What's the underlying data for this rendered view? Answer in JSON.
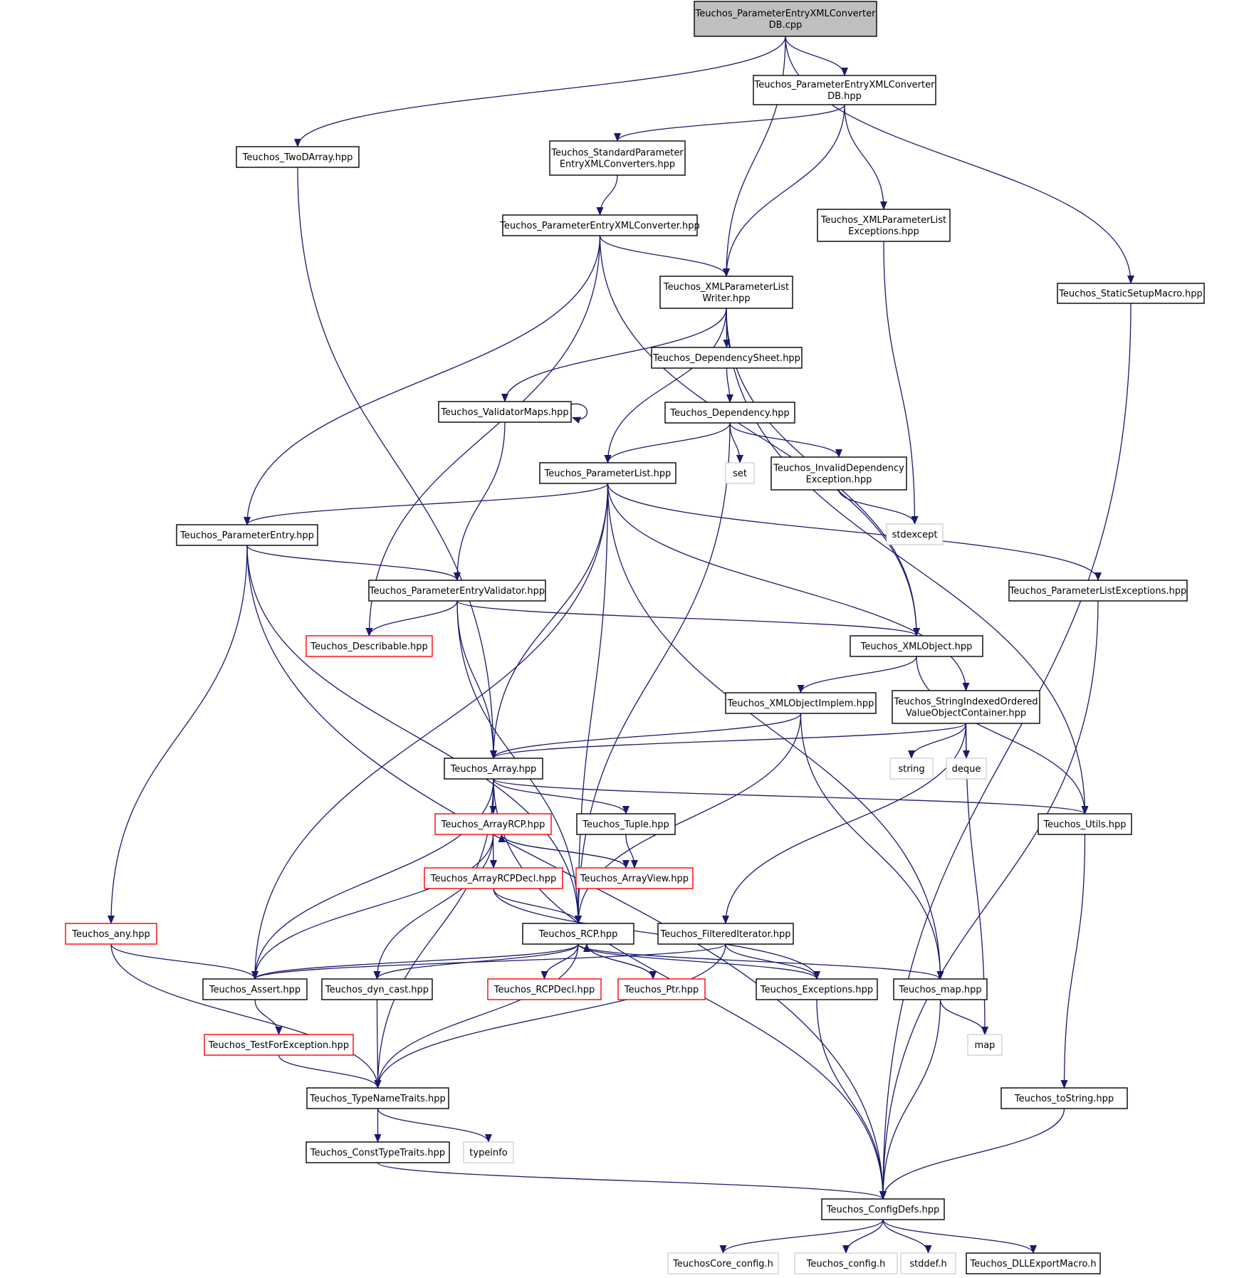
{
  "colors": {
    "edge": "#191970",
    "root_fill": "#bfbfbf",
    "normal_border": "#000000",
    "truncated_border": "#ff0000",
    "external_border": "#bfbfbf",
    "background": "#ffffff"
  },
  "nodes": [
    {
      "id": "cpp",
      "lines": [
        "Teuchos_ParameterEntryXMLConverter",
        "DB.cpp"
      ],
      "kind": "root"
    },
    {
      "id": "dbhpp",
      "lines": [
        "Teuchos_ParameterEntryXMLConverter",
        "DB.hpp"
      ],
      "kind": "normal"
    },
    {
      "id": "twod",
      "lines": [
        "Teuchos_TwoDArray.hpp"
      ],
      "kind": "normal"
    },
    {
      "id": "stdconv",
      "lines": [
        "Teuchos_StandardParameter",
        "EntryXMLConverters.hpp"
      ],
      "kind": "normal"
    },
    {
      "id": "xmlplexc",
      "lines": [
        "Teuchos_XMLParameterList",
        "Exceptions.hpp"
      ],
      "kind": "normal"
    },
    {
      "id": "peconv",
      "lines": [
        "Teuchos_ParameterEntryXMLConverter.hpp"
      ],
      "kind": "normal"
    },
    {
      "id": "xmlplw",
      "lines": [
        "Teuchos_XMLParameterList",
        "Writer.hpp"
      ],
      "kind": "normal"
    },
    {
      "id": "static",
      "lines": [
        "Teuchos_StaticSetupMacro.hpp"
      ],
      "kind": "normal"
    },
    {
      "id": "depsheet",
      "lines": [
        "Teuchos_DependencySheet.hpp"
      ],
      "kind": "normal"
    },
    {
      "id": "valmaps",
      "lines": [
        "Teuchos_ValidatorMaps.hpp"
      ],
      "kind": "normal"
    },
    {
      "id": "dep",
      "lines": [
        "Teuchos_Dependency.hpp"
      ],
      "kind": "normal"
    },
    {
      "id": "plist",
      "lines": [
        "Teuchos_ParameterList.hpp"
      ],
      "kind": "normal"
    },
    {
      "id": "set",
      "lines": [
        "set"
      ],
      "kind": "external"
    },
    {
      "id": "invdep",
      "lines": [
        "Teuchos_InvalidDependency",
        "Exception.hpp"
      ],
      "kind": "normal"
    },
    {
      "id": "stdexcept",
      "lines": [
        "stdexcept"
      ],
      "kind": "external"
    },
    {
      "id": "pentry",
      "lines": [
        "Teuchos_ParameterEntry.hpp"
      ],
      "kind": "normal"
    },
    {
      "id": "pev",
      "lines": [
        "Teuchos_ParameterEntryValidator.hpp"
      ],
      "kind": "normal"
    },
    {
      "id": "plexc",
      "lines": [
        "Teuchos_ParameterListExceptions.hpp"
      ],
      "kind": "normal"
    },
    {
      "id": "describ",
      "lines": [
        "Teuchos_Describable.hpp"
      ],
      "kind": "truncated"
    },
    {
      "id": "xmlobj",
      "lines": [
        "Teuchos_XMLObject.hpp"
      ],
      "kind": "normal"
    },
    {
      "id": "xmlimpl",
      "lines": [
        "Teuchos_XMLObjectImplem.hpp"
      ],
      "kind": "normal"
    },
    {
      "id": "sioc",
      "lines": [
        "Teuchos_StringIndexedOrdered",
        "ValueObjectContainer.hpp"
      ],
      "kind": "normal"
    },
    {
      "id": "array",
      "lines": [
        "Teuchos_Array.hpp"
      ],
      "kind": "normal"
    },
    {
      "id": "string",
      "lines": [
        "string"
      ],
      "kind": "external"
    },
    {
      "id": "deque",
      "lines": [
        "deque"
      ],
      "kind": "external"
    },
    {
      "id": "arcp",
      "lines": [
        "Teuchos_ArrayRCP.hpp"
      ],
      "kind": "truncated"
    },
    {
      "id": "tuple",
      "lines": [
        "Teuchos_Tuple.hpp"
      ],
      "kind": "normal"
    },
    {
      "id": "utils",
      "lines": [
        "Teuchos_Utils.hpp"
      ],
      "kind": "normal"
    },
    {
      "id": "arcpdecl",
      "lines": [
        "Teuchos_ArrayRCPDecl.hpp"
      ],
      "kind": "truncated"
    },
    {
      "id": "aview",
      "lines": [
        "Teuchos_ArrayView.hpp"
      ],
      "kind": "truncated"
    },
    {
      "id": "any",
      "lines": [
        "Teuchos_any.hpp"
      ],
      "kind": "truncated"
    },
    {
      "id": "rcp",
      "lines": [
        "Teuchos_RCP.hpp"
      ],
      "kind": "normal"
    },
    {
      "id": "filtit",
      "lines": [
        "Teuchos_FilteredIterator.hpp"
      ],
      "kind": "normal"
    },
    {
      "id": "assert",
      "lines": [
        "Teuchos_Assert.hpp"
      ],
      "kind": "normal"
    },
    {
      "id": "dyncast",
      "lines": [
        "Teuchos_dyn_cast.hpp"
      ],
      "kind": "normal"
    },
    {
      "id": "rcpdecl",
      "lines": [
        "Teuchos_RCPDecl.hpp"
      ],
      "kind": "truncated"
    },
    {
      "id": "ptr",
      "lines": [
        "Teuchos_Ptr.hpp"
      ],
      "kind": "truncated"
    },
    {
      "id": "exc",
      "lines": [
        "Teuchos_Exceptions.hpp"
      ],
      "kind": "normal"
    },
    {
      "id": "map_hpp",
      "lines": [
        "Teuchos_map.hpp"
      ],
      "kind": "normal"
    },
    {
      "id": "tfe",
      "lines": [
        "Teuchos_TestForException.hpp"
      ],
      "kind": "truncated"
    },
    {
      "id": "map",
      "lines": [
        "map"
      ],
      "kind": "external"
    },
    {
      "id": "tnt",
      "lines": [
        "Teuchos_TypeNameTraits.hpp"
      ],
      "kind": "normal"
    },
    {
      "id": "tostring",
      "lines": [
        "Teuchos_toString.hpp"
      ],
      "kind": "normal"
    },
    {
      "id": "ctt",
      "lines": [
        "Teuchos_ConstTypeTraits.hpp"
      ],
      "kind": "normal"
    },
    {
      "id": "typeinfo",
      "lines": [
        "typeinfo"
      ],
      "kind": "external"
    },
    {
      "id": "cfgdefs",
      "lines": [
        "Teuchos_ConfigDefs.hpp"
      ],
      "kind": "normal"
    },
    {
      "id": "corecfg",
      "lines": [
        "TeuchosCore_config.h"
      ],
      "kind": "external"
    },
    {
      "id": "tcfg",
      "lines": [
        "Teuchos_config.h"
      ],
      "kind": "external"
    },
    {
      "id": "stddef",
      "lines": [
        "stddef.h"
      ],
      "kind": "external"
    },
    {
      "id": "dll",
      "lines": [
        "Teuchos_DLLExportMacro.h"
      ],
      "kind": "normal"
    }
  ],
  "edges": [
    [
      "cpp",
      "dbhpp"
    ],
    [
      "cpp",
      "twod"
    ],
    [
      "cpp",
      "xmlplw"
    ],
    [
      "cpp",
      "static"
    ],
    [
      "dbhpp",
      "stdconv"
    ],
    [
      "dbhpp",
      "xmlplw"
    ],
    [
      "dbhpp",
      "xmlplexc"
    ],
    [
      "twod",
      "array"
    ],
    [
      "stdconv",
      "peconv"
    ],
    [
      "peconv",
      "xmlplw"
    ],
    [
      "peconv",
      "pentry"
    ],
    [
      "peconv",
      "describ"
    ],
    [
      "peconv",
      "xmlobj"
    ],
    [
      "xmlplexc",
      "stdexcept"
    ],
    [
      "xmlplw",
      "depsheet"
    ],
    [
      "xmlplw",
      "valmaps"
    ],
    [
      "xmlplw",
      "plist"
    ],
    [
      "xmlplw",
      "xmlobj"
    ],
    [
      "xmlplw",
      "utils"
    ],
    [
      "static",
      "cfgdefs"
    ],
    [
      "depsheet",
      "dep"
    ],
    [
      "valmaps",
      "valmaps"
    ],
    [
      "valmaps",
      "pev"
    ],
    [
      "dep",
      "plist"
    ],
    [
      "dep",
      "set"
    ],
    [
      "dep",
      "invdep"
    ],
    [
      "dep",
      "rcp"
    ],
    [
      "invdep",
      "stdexcept"
    ],
    [
      "plist",
      "pentry"
    ],
    [
      "plist",
      "plexc"
    ],
    [
      "plist",
      "array"
    ],
    [
      "plist",
      "assert"
    ],
    [
      "plist",
      "rcp"
    ],
    [
      "plist",
      "sioc"
    ],
    [
      "plist",
      "map_hpp"
    ],
    [
      "pentry",
      "pev"
    ],
    [
      "pentry",
      "any"
    ],
    [
      "pentry",
      "rcp"
    ],
    [
      "pentry",
      "cfgdefs"
    ],
    [
      "pev",
      "describ"
    ],
    [
      "pev",
      "xmlobj"
    ],
    [
      "pev",
      "array"
    ],
    [
      "pev",
      "rcp"
    ],
    [
      "plexc",
      "cfgdefs"
    ],
    [
      "xmlobj",
      "xmlimpl"
    ],
    [
      "xmlobj",
      "utils"
    ],
    [
      "xmlimpl",
      "array"
    ],
    [
      "xmlimpl",
      "rcp"
    ],
    [
      "xmlimpl",
      "map_hpp"
    ],
    [
      "sioc",
      "array"
    ],
    [
      "sioc",
      "string"
    ],
    [
      "sioc",
      "deque"
    ],
    [
      "sioc",
      "filtit"
    ],
    [
      "sioc",
      "map"
    ],
    [
      "array",
      "arcp"
    ],
    [
      "array",
      "tuple"
    ],
    [
      "array",
      "utils"
    ],
    [
      "array",
      "assert"
    ],
    [
      "array",
      "tnt"
    ],
    [
      "array",
      "cfgdefs"
    ],
    [
      "arcp",
      "arcpdecl"
    ],
    [
      "arcp",
      "aview"
    ],
    [
      "arcp",
      "assert"
    ],
    [
      "arcp",
      "dyncast"
    ],
    [
      "tuple",
      "aview"
    ],
    [
      "aview",
      "arcp"
    ],
    [
      "arcpdecl",
      "rcp"
    ],
    [
      "arcpdecl",
      "exc"
    ],
    [
      "utils",
      "tostring"
    ],
    [
      "any",
      "assert"
    ],
    [
      "any",
      "tnt"
    ],
    [
      "rcp",
      "assert"
    ],
    [
      "rcp",
      "dyncast"
    ],
    [
      "rcp",
      "rcpdecl"
    ],
    [
      "rcp",
      "ptr"
    ],
    [
      "rcp",
      "exc"
    ],
    [
      "rcp",
      "map_hpp"
    ],
    [
      "rcp",
      "tnt"
    ],
    [
      "ptr",
      "rcp"
    ],
    [
      "filtit",
      "assert"
    ],
    [
      "filtit",
      "exc"
    ],
    [
      "filtit",
      "tnt"
    ],
    [
      "assert",
      "tfe"
    ],
    [
      "tfe",
      "tnt"
    ],
    [
      "dyncast",
      "tnt"
    ],
    [
      "exc",
      "cfgdefs"
    ],
    [
      "map_hpp",
      "map"
    ],
    [
      "map_hpp",
      "cfgdefs"
    ],
    [
      "tostring",
      "cfgdefs"
    ],
    [
      "tnt",
      "ctt"
    ],
    [
      "tnt",
      "typeinfo"
    ],
    [
      "ctt",
      "cfgdefs"
    ],
    [
      "cfgdefs",
      "corecfg"
    ],
    [
      "cfgdefs",
      "tcfg"
    ],
    [
      "cfgdefs",
      "stddef"
    ],
    [
      "cfgdefs",
      "dll"
    ]
  ]
}
